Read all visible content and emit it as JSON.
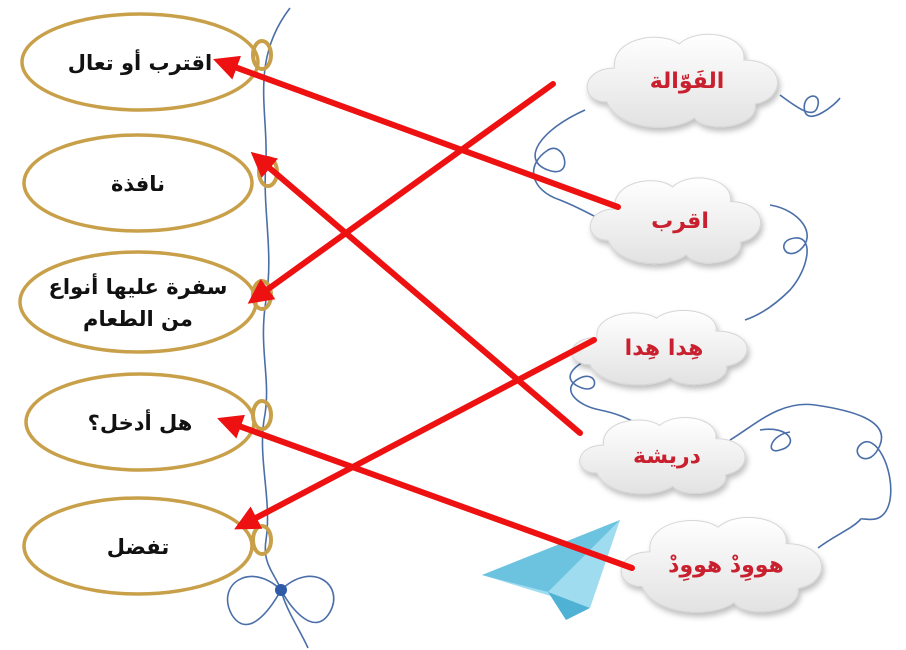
{
  "left_items": [
    {
      "lines": [
        "اقترب أو تعال"
      ]
    },
    {
      "lines": [
        "نافذة"
      ]
    },
    {
      "lines": [
        "سفرة عليها أنواع",
        "من الطعام"
      ]
    },
    {
      "lines": [
        "هل أدخل؟"
      ]
    },
    {
      "lines": [
        "تفضل"
      ]
    }
  ],
  "right_items": [
    {
      "label": "الفَوّالة"
    },
    {
      "label": "اقرب"
    },
    {
      "label": "هِدا هِدا"
    },
    {
      "label": "دريشة"
    },
    {
      "label": "هووِدْ هووِدْ"
    }
  ],
  "matches": [
    {
      "from": 0,
      "to": 2
    },
    {
      "from": 1,
      "to": 0
    },
    {
      "from": 2,
      "to": 4
    },
    {
      "from": 3,
      "to": 1
    },
    {
      "from": 4,
      "to": 3
    }
  ],
  "colors": {
    "oval_border": "#c9a04a",
    "oval_fill": "#ffffff",
    "oval_text": "#111111",
    "cloud_fill": "#ececec",
    "cloud_text": "#c8202e",
    "arrow": "#ee1111",
    "string": "#4a6ea8",
    "plane": "#7fcde6"
  }
}
